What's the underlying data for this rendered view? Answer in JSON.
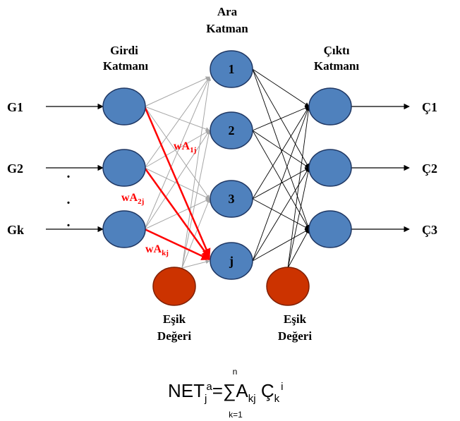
{
  "layers": {
    "input_title": [
      "Girdi",
      "Katmanı"
    ],
    "hidden_title": [
      "Ara",
      "Katman"
    ],
    "output_title": [
      "Çıktı",
      "Katmanı"
    ]
  },
  "inputs": [
    "G1",
    "G2",
    "Gk"
  ],
  "dots": ".",
  "hidden_nodes": [
    "1",
    "2",
    "3",
    "j"
  ],
  "outputs": [
    "Ç1",
    "Ç2",
    "Ç3"
  ],
  "threshold": [
    "Eşik",
    "Değeri"
  ],
  "weights": {
    "w1": {
      "base": "wA",
      "sub": "1j"
    },
    "w2": {
      "base": "wA",
      "sub": "2j"
    },
    "wk": {
      "base": "wA",
      "sub": "kj"
    }
  },
  "formula": {
    "net": "NET",
    "net_sub": "j",
    "net_sup": "a",
    "eq": "=",
    "sigma": "∑",
    "upper": "n",
    "lower": "k=1",
    "a": "A",
    "a_sub": "kj",
    "c": "Ç",
    "c_sub": "k",
    "c_sup": "i"
  },
  "colors": {
    "node_blue": "#4f81bd",
    "node_stroke": "#1f3763",
    "bias_red": "#cc3300",
    "highlight": "#ff0000",
    "gray_arrow": "#a6a6a6"
  }
}
